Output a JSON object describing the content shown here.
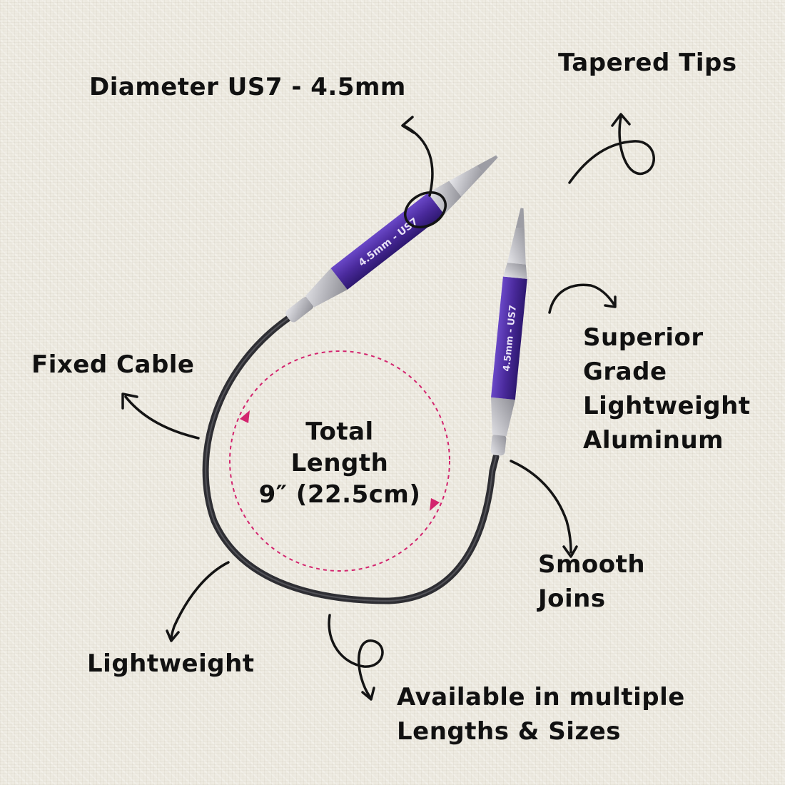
{
  "labels": {
    "diameter": "Diameter US7 - 4.5mm",
    "tapered_tips": "Tapered Tips",
    "superior": [
      "Superior",
      "Grade",
      "Lightweight",
      "Aluminum"
    ],
    "fixed_cable": "Fixed Cable",
    "total_length": [
      "Total",
      "Length",
      "9″ (22.5cm)"
    ],
    "smooth_joins": [
      "Smooth",
      "Joins"
    ],
    "lightweight": "Lightweight",
    "available": [
      "Available in multiple",
      "Lengths & Sizes"
    ]
  },
  "needle": {
    "size_marking": "4.5mm - US7",
    "colors": {
      "purple": "#4a2a9c",
      "silver": "#c4c4c8",
      "cable": "#3b3b3f",
      "circle_dash": "#d3246e",
      "ink": "#111111"
    }
  }
}
